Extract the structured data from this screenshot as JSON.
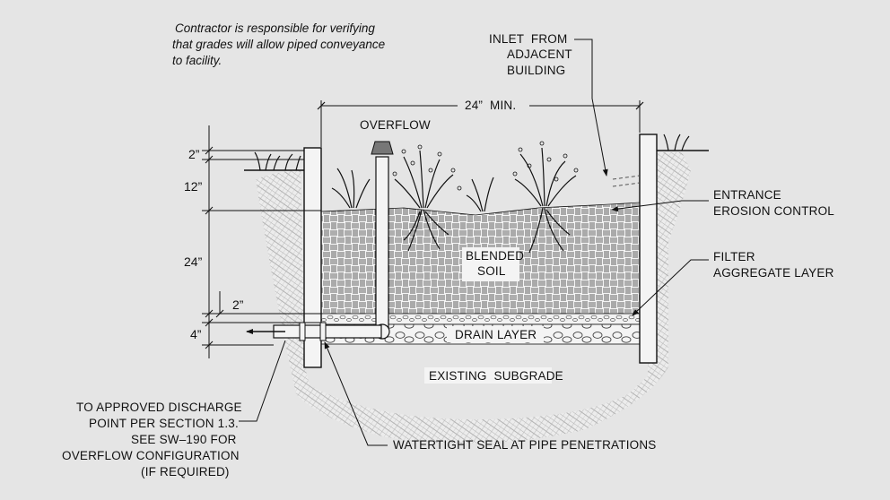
{
  "note": {
    "lines": [
      "Contractor is responsible for verifying",
      "that grades will allow piped conveyance",
      "to facility."
    ]
  },
  "labels": {
    "inlet": [
      "INLET  FROM",
      "ADJACENT",
      "BUILDING"
    ],
    "width": "24”  MIN.",
    "overflow": "OVERFLOW",
    "entrance": [
      "ENTRANCE",
      "EROSION CONTROL"
    ],
    "filter": [
      "FILTER",
      "AGGREGATE LAYER"
    ],
    "blended_soil": [
      "BLENDED",
      "SOIL"
    ],
    "drain_layer": "DRAIN LAYER",
    "existing_subgrade": "EXISTING  SUBGRADE",
    "discharge": [
      "TO APPROVED DISCHARGE",
      "POINT PER SECTION 1.3.",
      "SEE SW–190 FOR",
      "OVERFLOW CONFIGURATION",
      "(IF REQUIRED)"
    ],
    "seal": "WATERTIGHT SEAL AT PIPE PENETRATIONS"
  },
  "dimensions": {
    "freeboard": "2”",
    "ponding": "12”",
    "soil_depth": "24”",
    "overflow_height": "2”",
    "pipe": "4”"
  },
  "colors": {
    "background": "#e5e5e5",
    "ink": "#111111",
    "hatch": "#3a3a3a",
    "subgrade": "#9a9a9a"
  }
}
